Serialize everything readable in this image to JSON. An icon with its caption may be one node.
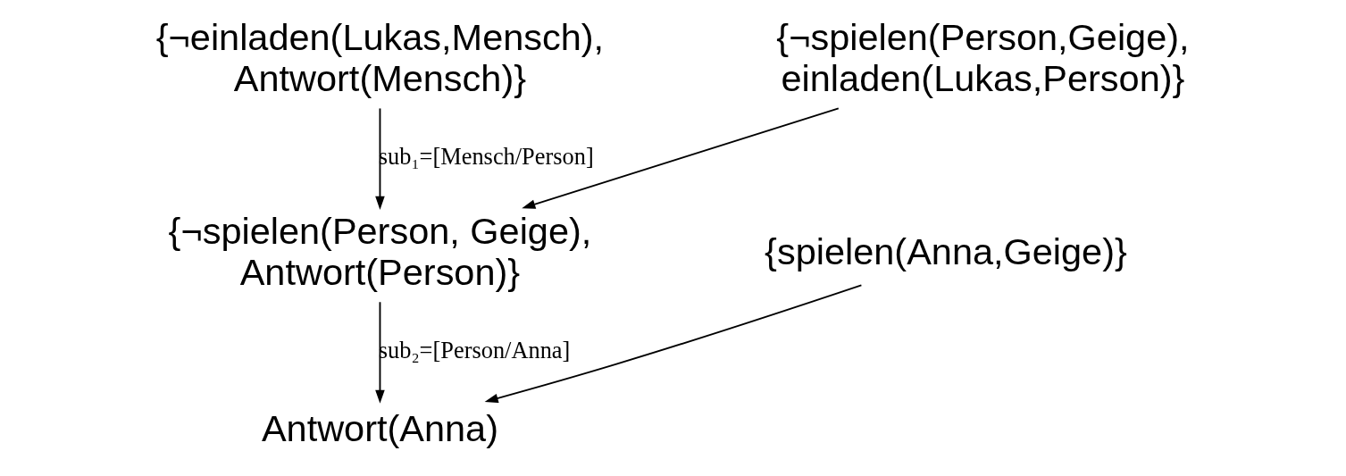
{
  "diagram": {
    "nodes": [
      {
        "text": [
          "{¬einladen(Lukas,Mensch), Antwort(Mensch)}"
        ]
      },
      {
        "text": [
          "{¬spielen(Person,Geige), einladen(Lukas,Person)}"
        ]
      },
      {
        "text": [
          "{¬spielen(Person, Geige), Antwort(Person)}"
        ]
      },
      {
        "text": [
          "{spielen(Anna,Geige)}"
        ]
      },
      {
        "text": [
          "Antwort(Anna)"
        ]
      }
    ],
    "edges": [
      {
        "from": 0,
        "to": 2,
        "arrow": "to",
        "label": "sub₁=[Mensch/Person]"
      },
      {
        "from": 1,
        "to": 2,
        "arrow": "to"
      },
      {
        "from": 2,
        "to": 4,
        "arrow": "to",
        "label": "sub₂=[Person/Anna]"
      },
      {
        "from": 3,
        "to": 4,
        "arrow": "to"
      }
    ]
  }
}
